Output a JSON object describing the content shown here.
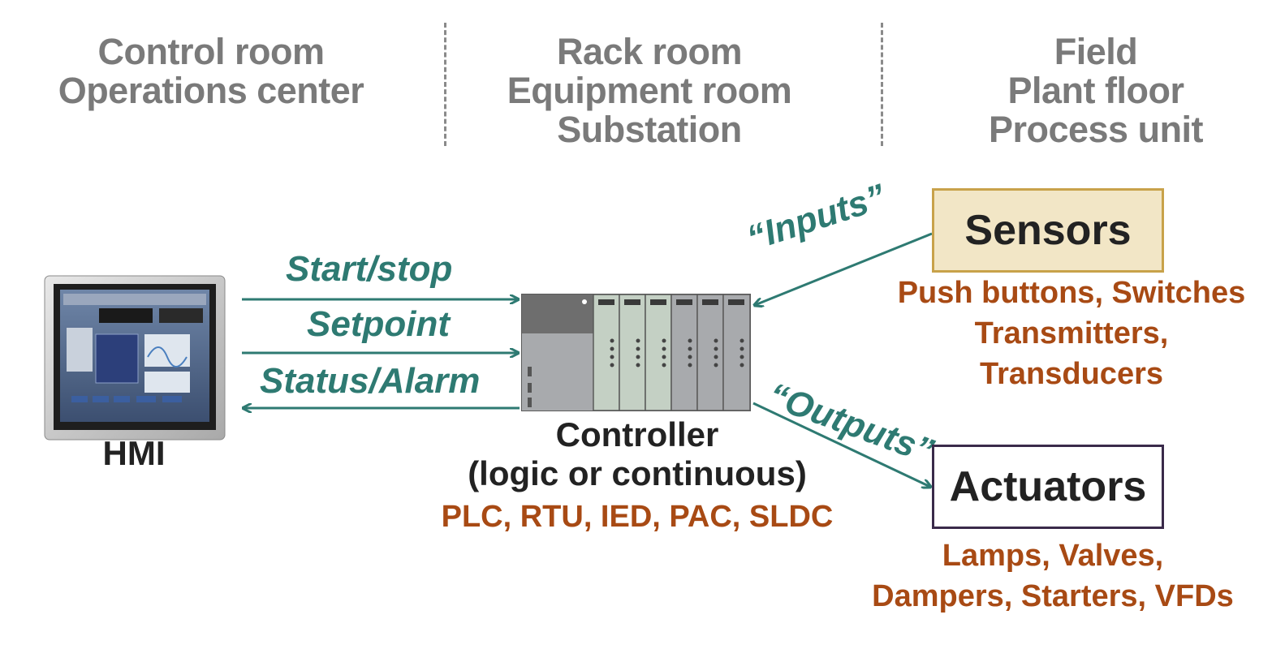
{
  "zones": {
    "control": [
      "Control room",
      "Operations center"
    ],
    "rack": [
      "Rack room",
      "Equipment room",
      "Substation"
    ],
    "field": [
      "Field",
      "Plant floor",
      "Process unit"
    ]
  },
  "hmi": {
    "label": "HMI"
  },
  "signals": {
    "start_stop": "Start/stop",
    "setpoint": "Setpoint",
    "status_alarm": "Status/Alarm",
    "inputs": "“Inputs”",
    "outputs": "“Outputs”"
  },
  "controller": {
    "title": "Controller",
    "type": "(logic or continuous)",
    "examples": "PLC, RTU, IED, PAC, SLDC"
  },
  "sensors": {
    "label": "Sensors",
    "examples": [
      "Push buttons, Switches",
      "Transmitters,",
      "Transducers"
    ]
  },
  "actuators": {
    "label": "Actuators",
    "examples": [
      "Lamps, Valves,",
      "Dampers, Starters, VFDs"
    ]
  },
  "colors": {
    "heading_gray": "#7a7a7a",
    "arrow_teal": "#2e7a72",
    "example_orange": "#a84a14",
    "sensor_fill": "#f2e6c6",
    "sensor_border": "#c8a24a",
    "actuator_border": "#3a2a4a"
  }
}
